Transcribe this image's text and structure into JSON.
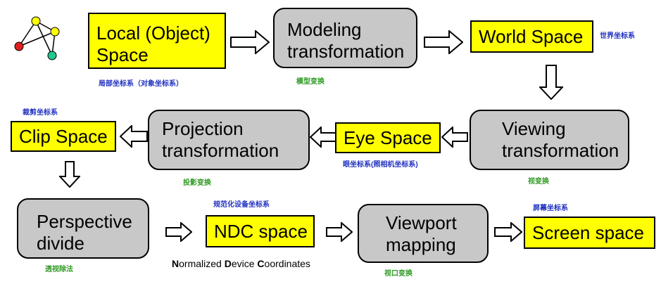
{
  "boxes": {
    "local": "Local (Object) Space",
    "modeling": "Modeling transformation",
    "world": "World Space",
    "viewing": "Viewing transformation",
    "eye": "Eye Space",
    "projection": "Projection transformation",
    "clip": "Clip Space",
    "perspective": "Perspective divide",
    "ndc": "NDC space",
    "viewport": "Viewport mapping",
    "screen": "Screen space"
  },
  "captions": {
    "local": "局部坐标系（对象坐标系）",
    "modeling": "模型变换",
    "world": "世界坐标系",
    "viewing": "视变换",
    "eye": "眼坐标系(照相机坐标系)",
    "projection": "投影变换",
    "clip": "裁剪坐标系",
    "perspective": "透视除法",
    "ndc": "规范化设备坐标系",
    "viewport": "视口变换",
    "screen": "屏幕坐标系"
  },
  "ndc_full": {
    "n": "N",
    "ormalized": "ormalized ",
    "d": "D",
    "evice": "evice ",
    "c": "C",
    "oordinates": "oordinates"
  },
  "colors": {
    "yellow_box": "#ffff00",
    "grey_box": "#c8c8c8",
    "caption_blue": "#1e2fc0",
    "caption_green": "#2e9a22",
    "node_yellow": "#ffff00",
    "node_red": "#e02020",
    "node_green": "#20c890"
  },
  "icons": [
    "mesh-triangle-icon",
    "hollow-arrow-right-icon",
    "hollow-arrow-left-icon",
    "hollow-arrow-down-icon"
  ]
}
